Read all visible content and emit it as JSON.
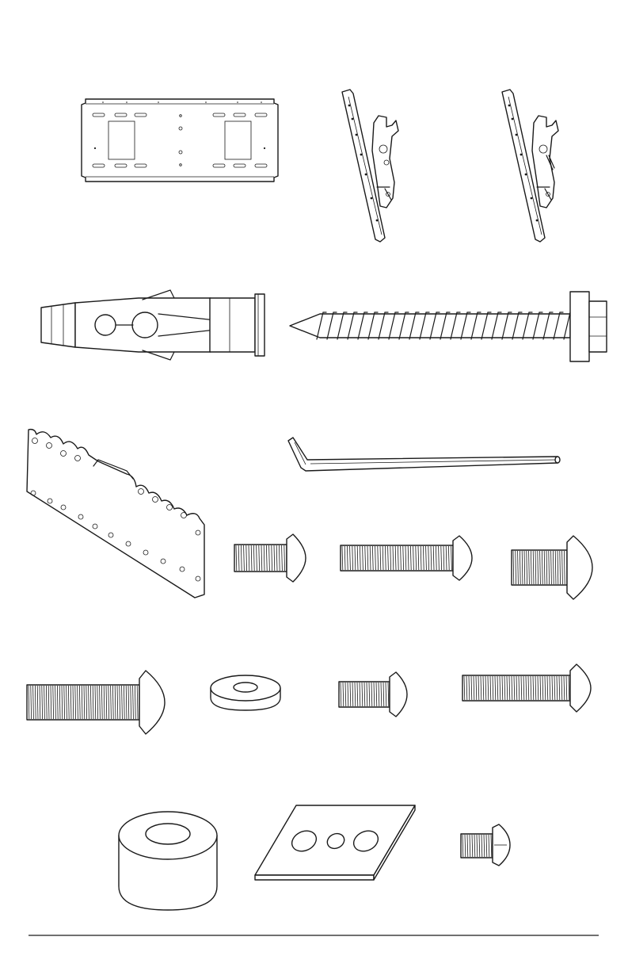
{
  "page": {
    "background": "#ffffff",
    "line_color": "#1a1a1a"
  },
  "parts": [
    {
      "id": "wall-plate"
    },
    {
      "id": "tilt-bracket-left"
    },
    {
      "id": "tilt-bracket-right"
    },
    {
      "id": "toggle-anchor"
    },
    {
      "id": "lag-bolt"
    },
    {
      "id": "adapter-plate"
    },
    {
      "id": "hex-key"
    },
    {
      "id": "screw-m6-short"
    },
    {
      "id": "screw-m6-long"
    },
    {
      "id": "screw-m8-short"
    },
    {
      "id": "screw-m8-long"
    },
    {
      "id": "washer"
    },
    {
      "id": "screw-m5-short"
    },
    {
      "id": "screw-m5-long"
    },
    {
      "id": "spacer"
    },
    {
      "id": "spacer-plate"
    },
    {
      "id": "screw-small"
    }
  ]
}
